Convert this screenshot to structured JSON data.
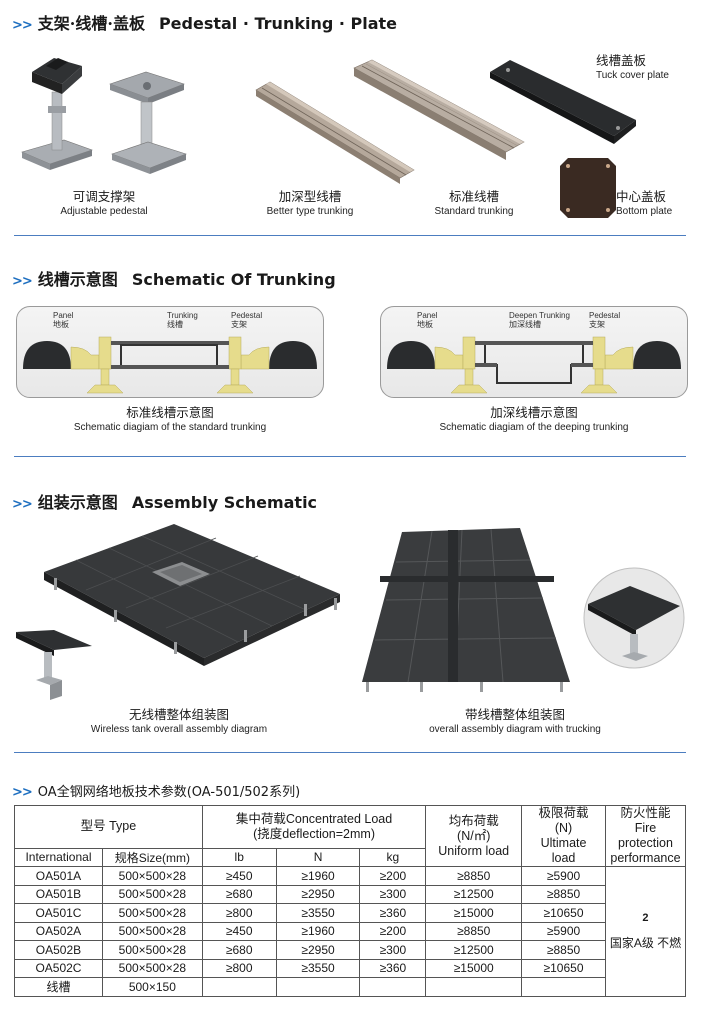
{
  "sections": {
    "s1": {
      "arrows": ">>",
      "cn": "支架·线槽·盖板",
      "en": "Pedestal · Trunking · Plate"
    },
    "s2": {
      "arrows": ">>",
      "cn": "线槽示意图",
      "en": "Schematic Of Trunking"
    },
    "s3": {
      "arrows": ">>",
      "cn": "组装示意图",
      "en": "Assembly Schematic"
    },
    "s4": {
      "arrows": ">>",
      "title": "OA全钢网络地板技术参数(OA-501/502系列)"
    }
  },
  "products": {
    "pedestal": {
      "cn": "可调支撑架",
      "en": "Adjustable pedestal"
    },
    "better": {
      "cn": "加深型线槽",
      "en": "Better type trunking"
    },
    "standard": {
      "cn": "标准线槽",
      "en": "Standard trunking"
    },
    "cover": {
      "cn": "线槽盖板",
      "en": "Tuck cover plate"
    },
    "bottom": {
      "cn": "中心盖板",
      "en": "Bottom plate"
    }
  },
  "schematics": {
    "left": {
      "panel": "Panel",
      "panel_cn": "地板",
      "trunking": "Trunking",
      "trunking_cn": "线槽",
      "pedestal": "Pedestal",
      "pedestal_cn": "支架",
      "cn": "标准线槽示意图",
      "en": "Schematic diagiam of the standard trunking"
    },
    "right": {
      "panel": "Panel",
      "panel_cn": "地板",
      "trunking": "Deepen Trunking",
      "trunking_cn": "加深线槽",
      "pedestal": "Pedestal",
      "pedestal_cn": "支架",
      "cn": "加深线槽示意图",
      "en": "Schematic diagiam of the deeping trunking"
    }
  },
  "assembly": {
    "left": {
      "cn": "无线槽整体组装图",
      "en": "Wireless tank overall assembly diagram"
    },
    "right": {
      "cn": "带线槽整体组装图",
      "en": "overall assembly diagram with trucking"
    }
  },
  "table": {
    "h_type": "型号 Type",
    "h_load": "集中荷载Concentrated Load",
    "h_load2": "(挠度deflection=2mm)",
    "h_uniform_cn": "均布荷载",
    "h_uniform_unit": "(N/㎡)",
    "h_uniform_en": "Uniform load",
    "h_ult_cn": "极限荷载",
    "h_ult_unit": "(N)",
    "h_ult_en1": "Ultimate",
    "h_ult_en2": "load",
    "h_fire_cn": "防火性能",
    "h_fire_en1": "Fire protection",
    "h_fire_en2": "performance",
    "h_intl": "International",
    "h_size": "规格Size(mm)",
    "h_lb": "lb",
    "h_n": "N",
    "h_kg": "kg",
    "fire_grade": "2",
    "fire_text": "国家A级 不燃",
    "rows": [
      [
        "OA501A",
        "500×500×28",
        "≥450",
        "≥1960",
        "≥200",
        "≥8850",
        "≥5900"
      ],
      [
        "OA501B",
        "500×500×28",
        "≥680",
        "≥2950",
        "≥300",
        "≥12500",
        "≥8850"
      ],
      [
        "OA501C",
        "500×500×28",
        "≥800",
        "≥3550",
        "≥360",
        "≥15000",
        "≥10650"
      ],
      [
        "OA502A",
        "500×500×28",
        "≥450",
        "≥1960",
        "≥200",
        "≥8850",
        "≥5900"
      ],
      [
        "OA502B",
        "500×500×28",
        "≥680",
        "≥2950",
        "≥300",
        "≥12500",
        "≥8850"
      ],
      [
        "OA502C",
        "500×500×28",
        "≥800",
        "≥3550",
        "≥360",
        "≥15000",
        "≥10650"
      ],
      [
        "线槽",
        "500×150",
        "",
        "",
        "",
        "",
        ""
      ]
    ]
  },
  "colors": {
    "accent": "#1e6fc0",
    "divider": "#4c7dc0",
    "panel": "#2a2c2e",
    "pedestal": "#e6dc8c"
  }
}
